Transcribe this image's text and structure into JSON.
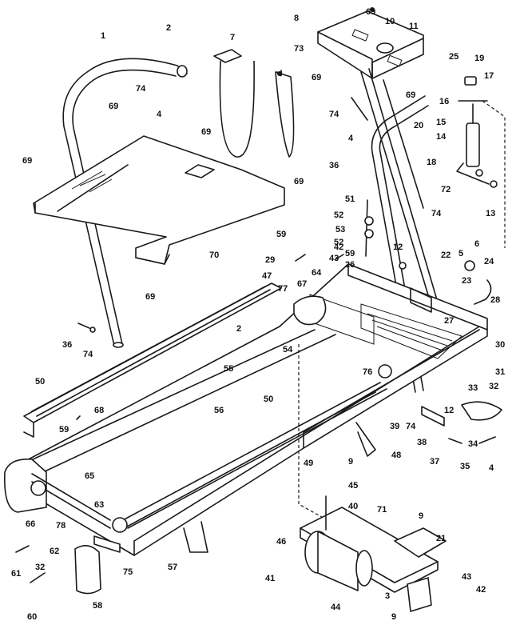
{
  "callouts": [
    {
      "id": "c1",
      "text": "1"
    },
    {
      "id": "c2a",
      "text": "2"
    },
    {
      "id": "c2b",
      "text": "2"
    },
    {
      "id": "c3",
      "text": "3"
    },
    {
      "id": "c4a",
      "text": "4"
    },
    {
      "id": "c4b",
      "text": "4"
    },
    {
      "id": "c4c",
      "text": "4"
    },
    {
      "id": "c5",
      "text": "5"
    },
    {
      "id": "c6",
      "text": "6"
    },
    {
      "id": "c7",
      "text": "7"
    },
    {
      "id": "c8",
      "text": "8"
    },
    {
      "id": "c9a",
      "text": "9"
    },
    {
      "id": "c9b",
      "text": "9"
    },
    {
      "id": "c9c",
      "text": "9"
    },
    {
      "id": "c10",
      "text": "10"
    },
    {
      "id": "c11",
      "text": "11"
    },
    {
      "id": "c12a",
      "text": "12"
    },
    {
      "id": "c12b",
      "text": "12"
    },
    {
      "id": "c13",
      "text": "13"
    },
    {
      "id": "c14",
      "text": "14"
    },
    {
      "id": "c15",
      "text": "15"
    },
    {
      "id": "c16",
      "text": "16"
    },
    {
      "id": "c17",
      "text": "17"
    },
    {
      "id": "c18",
      "text": "18"
    },
    {
      "id": "c19",
      "text": "19"
    },
    {
      "id": "c20",
      "text": "20"
    },
    {
      "id": "c21",
      "text": "21"
    },
    {
      "id": "c22",
      "text": "22"
    },
    {
      "id": "c23",
      "text": "23"
    },
    {
      "id": "c24",
      "text": "24"
    },
    {
      "id": "c25",
      "text": "25"
    },
    {
      "id": "c26",
      "text": "26"
    },
    {
      "id": "c27",
      "text": "27"
    },
    {
      "id": "c28",
      "text": "28"
    },
    {
      "id": "c29",
      "text": "29"
    },
    {
      "id": "c30",
      "text": "30"
    },
    {
      "id": "c31",
      "text": "31"
    },
    {
      "id": "c32a",
      "text": "32"
    },
    {
      "id": "c32b",
      "text": "32"
    },
    {
      "id": "c33",
      "text": "33"
    },
    {
      "id": "c34",
      "text": "34"
    },
    {
      "id": "c35",
      "text": "35"
    },
    {
      "id": "c36a",
      "text": "36"
    },
    {
      "id": "c36b",
      "text": "36"
    },
    {
      "id": "c37",
      "text": "37"
    },
    {
      "id": "c38",
      "text": "38"
    },
    {
      "id": "c39",
      "text": "39"
    },
    {
      "id": "c40",
      "text": "40"
    },
    {
      "id": "c41",
      "text": "41"
    },
    {
      "id": "c42a",
      "text": "42"
    },
    {
      "id": "c42b",
      "text": "42"
    },
    {
      "id": "c43a",
      "text": "43"
    },
    {
      "id": "c43b",
      "text": "43"
    },
    {
      "id": "c44",
      "text": "44"
    },
    {
      "id": "c45",
      "text": "45"
    },
    {
      "id": "c46",
      "text": "46"
    },
    {
      "id": "c47",
      "text": "47"
    },
    {
      "id": "c48",
      "text": "48"
    },
    {
      "id": "c49",
      "text": "49"
    },
    {
      "id": "c50a",
      "text": "50"
    },
    {
      "id": "c50b",
      "text": "50"
    },
    {
      "id": "c51",
      "text": "51"
    },
    {
      "id": "c52a",
      "text": "52"
    },
    {
      "id": "c52b",
      "text": "52"
    },
    {
      "id": "c53",
      "text": "53"
    },
    {
      "id": "c54",
      "text": "54"
    },
    {
      "id": "c55",
      "text": "55"
    },
    {
      "id": "c56",
      "text": "56"
    },
    {
      "id": "c57",
      "text": "57"
    },
    {
      "id": "c58",
      "text": "58"
    },
    {
      "id": "c59a",
      "text": "59"
    },
    {
      "id": "c59b",
      "text": "59"
    },
    {
      "id": "c59c",
      "text": "59"
    },
    {
      "id": "c60",
      "text": "60"
    },
    {
      "id": "c61",
      "text": "61"
    },
    {
      "id": "c62",
      "text": "62"
    },
    {
      "id": "c63",
      "text": "63"
    },
    {
      "id": "c64",
      "text": "64"
    },
    {
      "id": "c65",
      "text": "65"
    },
    {
      "id": "c66",
      "text": "66"
    },
    {
      "id": "c67",
      "text": "67"
    },
    {
      "id": "c68",
      "text": "68"
    },
    {
      "id": "c69a",
      "text": "69"
    },
    {
      "id": "c69b",
      "text": "69"
    },
    {
      "id": "c69c",
      "text": "69"
    },
    {
      "id": "c69d",
      "text": "69"
    },
    {
      "id": "c69e",
      "text": "69"
    },
    {
      "id": "c69f",
      "text": "69"
    },
    {
      "id": "c69g",
      "text": "69"
    },
    {
      "id": "c69h",
      "text": "69"
    },
    {
      "id": "c70",
      "text": "70"
    },
    {
      "id": "c71",
      "text": "71"
    },
    {
      "id": "c72",
      "text": "72"
    },
    {
      "id": "c73",
      "text": "73"
    },
    {
      "id": "c74a",
      "text": "74"
    },
    {
      "id": "c74b",
      "text": "74"
    },
    {
      "id": "c74c",
      "text": "74"
    },
    {
      "id": "c74d",
      "text": "74"
    },
    {
      "id": "c74e",
      "text": "74"
    },
    {
      "id": "c75",
      "text": "75"
    },
    {
      "id": "c76",
      "text": "76"
    },
    {
      "id": "c77",
      "text": "77"
    },
    {
      "id": "c78",
      "text": "78"
    }
  ]
}
